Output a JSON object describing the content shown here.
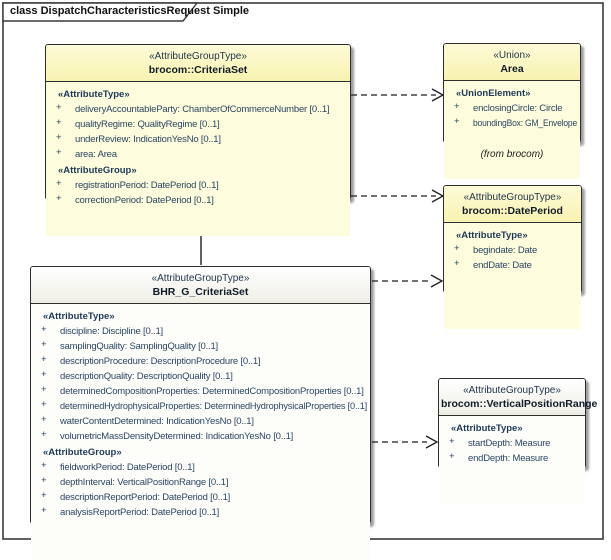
{
  "frame": {
    "title": "class DispatchCharacteristicsRequest Simple"
  },
  "colors": {
    "class_fill_yellow": "#fdfcdc",
    "class_header_yellow": "#f8f2b0",
    "class_fill_white": "#fdfdfa",
    "border": "#2d2d2d",
    "attribute_text": "#2b4663",
    "generalization_triangle_fill": "#f2deb0",
    "shadow": "rgba(40,40,40,0.45)"
  },
  "classes": [
    {
      "stereotype": "«AttributeGroupType»",
      "name": "brocom::CriteriaSet",
      "sections": [
        {
          "label": "«AttributeType»",
          "items": [
            {
              "vis": "+",
              "text": "deliveryAccountableParty: ChamberOfCommerceNumber [0..1]"
            },
            {
              "vis": "+",
              "text": "qualityRegime: QualityRegime [0..1]"
            },
            {
              "vis": "+",
              "text": "underReview: IndicationYesNo [0..1]"
            },
            {
              "vis": "+",
              "text": "area: Area"
            }
          ]
        },
        {
          "label": "«AttributeGroup»",
          "items": [
            {
              "vis": "+",
              "text": "registrationPeriod: DatePeriod [0..1]"
            },
            {
              "vis": "+",
              "text": "correctionPeriod: DatePeriod [0..1]"
            }
          ]
        }
      ]
    },
    {
      "stereotype": "«Union»",
      "name": "Area",
      "sections": [
        {
          "label": "«UnionElement»",
          "items": [
            {
              "vis": "+",
              "text": "enclosingCircle: Circle"
            },
            {
              "vis": "+",
              "text": "boundingBox: GM_Envelope"
            }
          ]
        }
      ]
    },
    {
      "stereotype": "«AttributeGroupType»",
      "name": "brocom::DatePeriod",
      "sections": [
        {
          "label": "«AttributeType»",
          "items": [
            {
              "vis": "+",
              "text": "begindate: Date"
            },
            {
              "vis": "+",
              "text": "endDate: Date"
            }
          ]
        }
      ]
    },
    {
      "stereotype": "«AttributeGroupType»",
      "name": "brocom::VerticalPositionRange",
      "sections": [
        {
          "label": "«AttributeType»",
          "items": [
            {
              "vis": "+",
              "text": "startDepth: Measure"
            },
            {
              "vis": "+",
              "text": "endDepth: Measure"
            }
          ]
        }
      ]
    },
    {
      "stereotype": "«AttributeGroupType»",
      "name": "BHR_G_CriteriaSet",
      "sections": [
        {
          "label": "«AttributeType»",
          "items": [
            {
              "vis": "+",
              "text": "discipline: Discipline [0..1]"
            },
            {
              "vis": "+",
              "text": "samplingQuality: SamplingQuality [0..1]"
            },
            {
              "vis": "+",
              "text": "descriptionProcedure: DescriptionProcedure [0..1]"
            },
            {
              "vis": "+",
              "text": "descriptionQuality: DescriptionQuality [0..1]"
            },
            {
              "vis": "+",
              "text": "determinedCompositionProperties: DeterminedCompositionProperties [0..1]"
            },
            {
              "vis": "+",
              "text": "determinedHydrophysicalProperties: DeterminedHydrophysicalProperties [0..1]"
            },
            {
              "vis": "+",
              "text": "waterContentDetermined: IndicationYesNo [0..1]"
            },
            {
              "vis": "+",
              "text": "volumetricMassDensityDetermined: IndicationYesNo [0..1]"
            }
          ]
        },
        {
          "label": "«AttributeGroup»",
          "items": [
            {
              "vis": "+",
              "text": "fieldworkPeriod: DatePeriod [0..1]"
            },
            {
              "vis": "+",
              "text": "depthInterval: VerticalPositionRange [0..1]"
            },
            {
              "vis": "+",
              "text": "descriptionReportPeriod: DatePeriod [0..1]"
            },
            {
              "vis": "+",
              "text": "analysisReportPeriod: DatePeriod [0..1]"
            }
          ]
        }
      ]
    }
  ],
  "note": {
    "from_brocom": "(from brocom)"
  },
  "relations": [
    {
      "from": "brocom::CriteriaSet",
      "to": "Area",
      "type": "dependency"
    },
    {
      "from": "brocom::CriteriaSet",
      "to": "brocom::DatePeriod",
      "type": "dependency"
    },
    {
      "from": "BHR_G_CriteriaSet",
      "to": "brocom::DatePeriod",
      "type": "dependency"
    },
    {
      "from": "BHR_G_CriteriaSet",
      "to": "brocom::VerticalPositionRange",
      "type": "dependency"
    },
    {
      "from": "BHR_G_CriteriaSet",
      "to": "brocom::CriteriaSet",
      "type": "generalization"
    }
  ]
}
